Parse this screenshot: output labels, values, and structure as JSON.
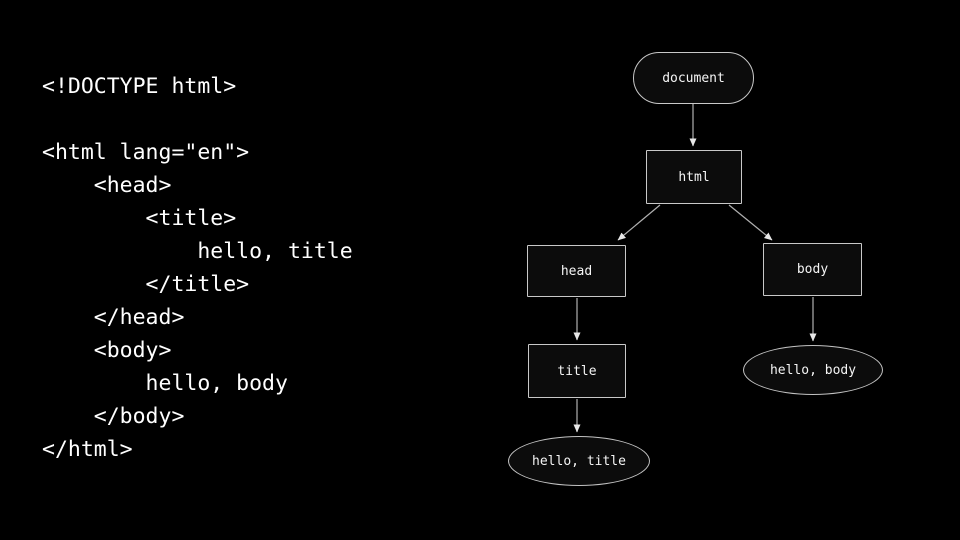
{
  "slide": {
    "background": "#000000",
    "accent_border": "#c9c9c9",
    "text_color": "#ffffff"
  },
  "code": {
    "lines": [
      "<!DOCTYPE html>",
      "",
      "<html lang=\"en\">",
      "    <head>",
      "        <title>",
      "            hello, title",
      "        </title>",
      "    </head>",
      "    <body>",
      "        hello, body",
      "    </body>",
      "</html>"
    ]
  },
  "diagram": {
    "nodes": [
      {
        "id": "document",
        "label": "document",
        "shape": "stadium"
      },
      {
        "id": "html",
        "label": "html",
        "shape": "rect"
      },
      {
        "id": "head",
        "label": "head",
        "shape": "rect"
      },
      {
        "id": "body",
        "label": "body",
        "shape": "rect"
      },
      {
        "id": "title",
        "label": "title",
        "shape": "rect"
      },
      {
        "id": "hello-body",
        "label": "hello, body",
        "shape": "ellipse"
      },
      {
        "id": "hello-title",
        "label": "hello, title",
        "shape": "ellipse"
      }
    ],
    "edges": [
      {
        "from": "document",
        "to": "html"
      },
      {
        "from": "html",
        "to": "head"
      },
      {
        "from": "html",
        "to": "body"
      },
      {
        "from": "head",
        "to": "title"
      },
      {
        "from": "body",
        "to": "hello-body"
      },
      {
        "from": "title",
        "to": "hello-title"
      }
    ]
  }
}
